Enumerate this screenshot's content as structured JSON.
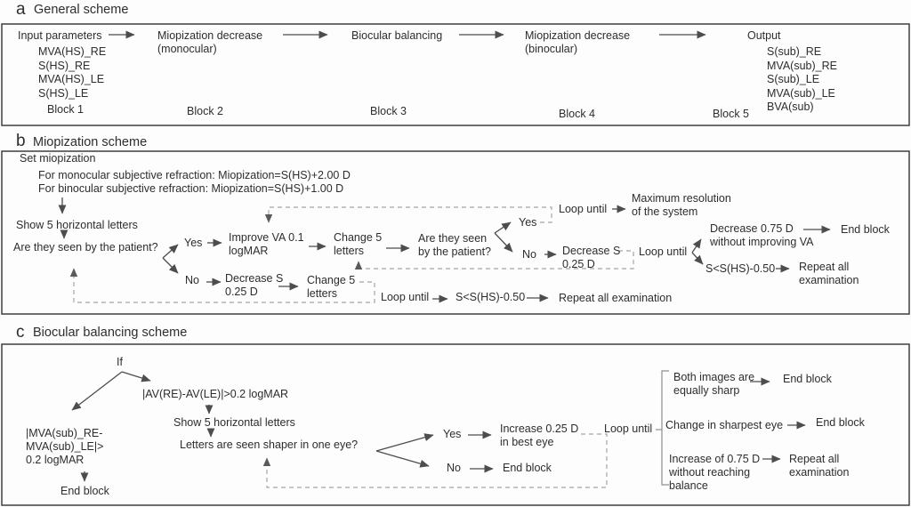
{
  "colors": {
    "text": "#2d2d2d",
    "panel_border": "#4a4a4a",
    "solid_arrow": "#4d4d4d",
    "dashed_line": "#a6a6a6",
    "background": "#fdfdfd"
  },
  "panel_a": {
    "label": "a",
    "title": "General scheme",
    "input_title": "Input parameters",
    "inputs": [
      "MVA(HS)_RE",
      "S(HS)_RE",
      "MVA(HS)_LE",
      "S(HS)_LE"
    ],
    "step2": "Miopization decrease",
    "step2_sub": "(monocular)",
    "step3": "Biocular balancing",
    "step4": "Miopization decrease",
    "step4_sub": "(binocular)",
    "output_title": "Output",
    "outputs": [
      "S(sub)_RE",
      "MVA(sub)_RE",
      "S(sub)_LE",
      "MVA(sub)_LE",
      "BVA(sub)"
    ],
    "blocks": [
      "Block 1",
      "Block 2",
      "Block 3",
      "Block 4",
      "Block 5"
    ]
  },
  "panel_b": {
    "label": "b",
    "title": "Miopization scheme",
    "set_miopization": "Set miopization",
    "monocular_rule": "For monocular subjective refraction: Miopization=S(HS)+2.00 D",
    "binocular_rule": "For binocular subjective refraction: Miopization=S(HS)+1.00 D",
    "show_letters": "Show 5 horizontal letters",
    "question1": "Are they seen by the patient?",
    "yes1": "Yes",
    "no1": "No",
    "improve": [
      "Improve VA 0.1",
      "logMAR"
    ],
    "change1": [
      "Change 5",
      "letters"
    ],
    "question2": [
      "Are they seen",
      "by the patient?"
    ],
    "yes2": "Yes",
    "no2": "No",
    "loop_top": "Loop until",
    "max_res": [
      "Maximum resolution",
      "of the system"
    ],
    "decrease_right": [
      "Decrease S",
      "0.25 D"
    ],
    "loop_right": "Loop until",
    "dec075": [
      "Decrease 0.75 D",
      "without improving VA"
    ],
    "endblock_right": "End block",
    "sless_right": "S<S(HS)-0.50",
    "repeat_right": [
      "Repeat all",
      "examination"
    ],
    "decrease_no": [
      "Decrease S",
      "0.25 D"
    ],
    "change2": [
      "Change 5",
      "letters"
    ],
    "loop_bottom": "Loop until",
    "sless_bottom": "S<S(HS)-0.50",
    "repeat_bottom": "Repeat all examination"
  },
  "panel_c": {
    "label": "c",
    "title": "Biocular balancing scheme",
    "if_label": "If",
    "cond_left": [
      "|MVA(sub)_RE-",
      "MVA(sub)_LE|>",
      "0.2 logMAR"
    ],
    "endblock_left": "End block",
    "cond_right": "|AV(RE)-AV(LE)|>0.2 logMAR",
    "show_letters": "Show 5 horizontal letters",
    "question": "Letters are seen shaper in one eye?",
    "yes": "Yes",
    "increase": [
      "Increase 0.25 D",
      "in best eye"
    ],
    "no": "No",
    "endblock_no": "End block",
    "loop": "Loop until",
    "both": [
      "Both images are",
      "equally sharp"
    ],
    "endblock1": "End block",
    "change_sharpest": "Change in sharpest eye",
    "endblock2": "End block",
    "inc075": [
      "Increase of 0.75 D",
      "without reaching",
      "balance"
    ],
    "repeat": [
      "Repeat all",
      "examination"
    ]
  }
}
